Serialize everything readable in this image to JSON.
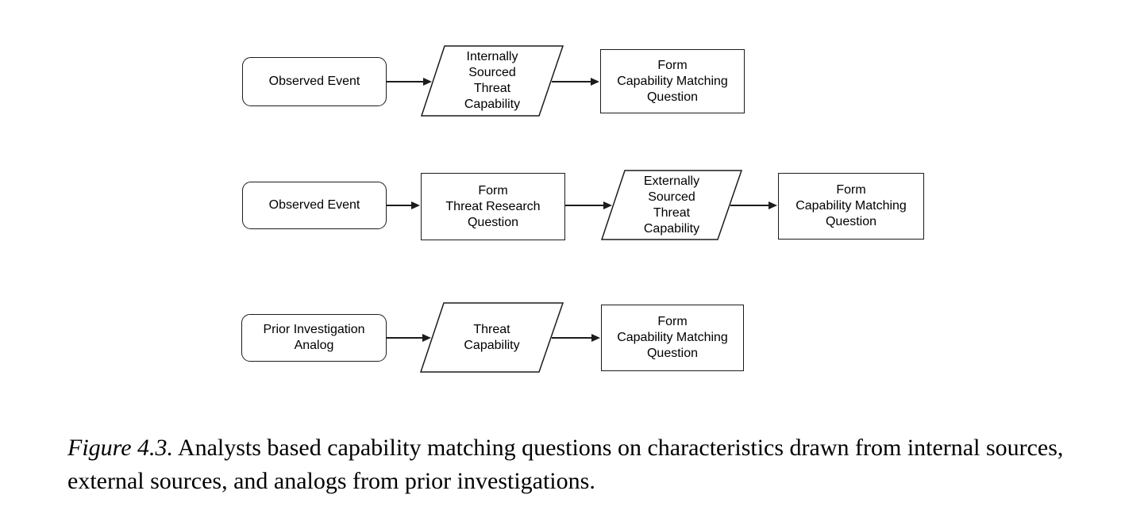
{
  "colors": {
    "background": "#ffffff",
    "stroke": "#1c1c1c",
    "text": "#000000"
  },
  "flowchart": {
    "rows": [
      {
        "nodes": [
          {
            "shape": "rounded-rectangle",
            "label": "Observed Event"
          },
          {
            "shape": "parallelogram",
            "label": "Internally\nSourced\nThreat\nCapability"
          },
          {
            "shape": "rectangle",
            "label": "Form\nCapability Matching\nQuestion"
          }
        ]
      },
      {
        "nodes": [
          {
            "shape": "rounded-rectangle",
            "label": "Observed Event"
          },
          {
            "shape": "rectangle",
            "label": "Form\nThreat Research\nQuestion"
          },
          {
            "shape": "parallelogram",
            "label": "Externally\nSourced\nThreat\nCapability"
          },
          {
            "shape": "rectangle",
            "label": "Form\nCapability Matching\nQuestion"
          }
        ]
      },
      {
        "nodes": [
          {
            "shape": "rounded-rectangle",
            "label": "Prior Investigation\nAnalog"
          },
          {
            "shape": "parallelogram",
            "label": "Threat\nCapability"
          },
          {
            "shape": "rectangle",
            "label": "Form\nCapability Matching\nQuestion"
          }
        ]
      }
    ]
  },
  "caption": {
    "label": "Figure 4.3.",
    "text": "Analysts based capability matching questions on characteristics drawn from internal sources, external sources, and analogs from prior investigations."
  }
}
